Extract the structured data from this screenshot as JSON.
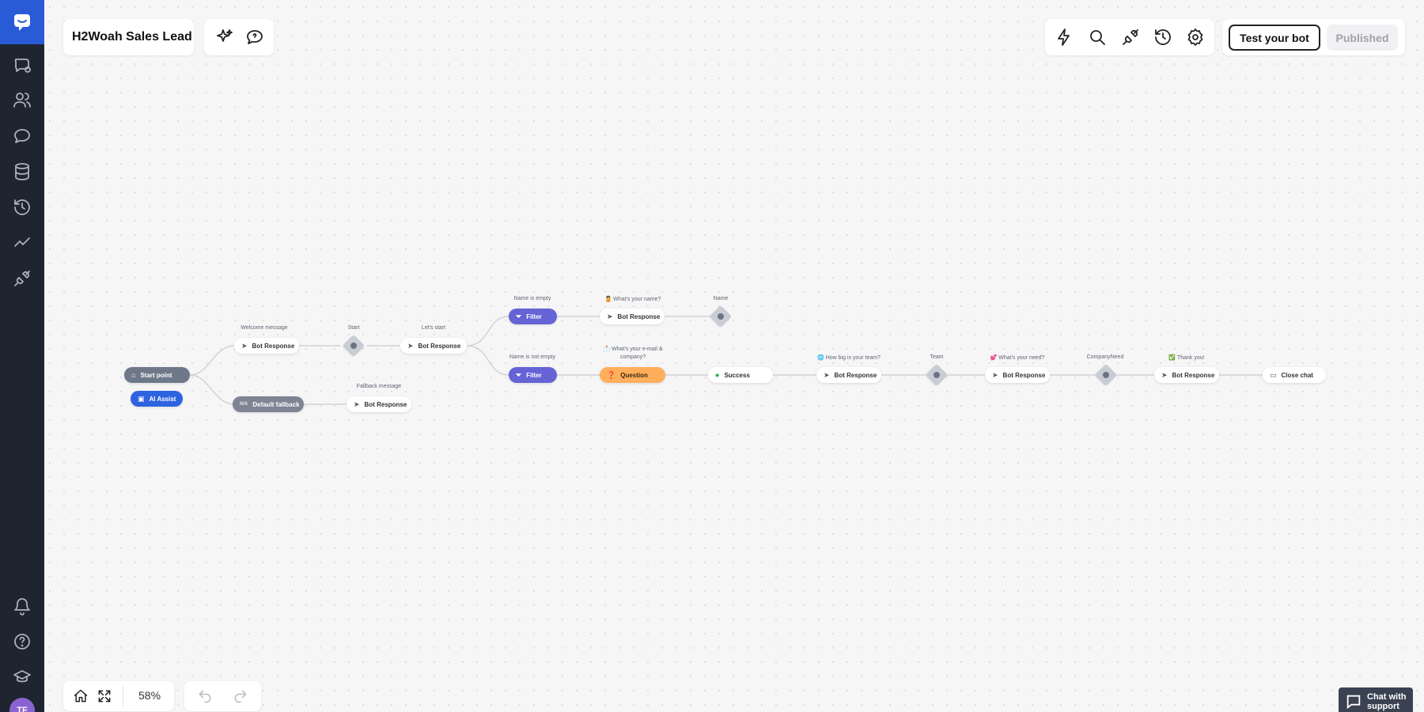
{
  "app": {
    "project_title": "H2Woah Sales Lead",
    "test_button": "Test your bot",
    "publish_status": "Published",
    "zoom": "58%",
    "avatar_initials": "TF",
    "support_line1": "Chat with",
    "support_line2": "support",
    "brand_color": "#2a5bd7"
  },
  "sidebar": {
    "items": [
      "chat-bubble-icon",
      "users-icon",
      "message-icon",
      "database-icon",
      "history-icon",
      "analytics-icon",
      "integrations-icon"
    ],
    "bottom": [
      "bell-icon",
      "help-icon",
      "academy-icon"
    ]
  },
  "toolbar": {
    "left": [
      "sparkles-icon",
      "chat-question-icon"
    ],
    "right": [
      "lightning-icon",
      "search-icon",
      "plug-icon",
      "history-icon",
      "gear-icon"
    ]
  },
  "flow": {
    "nodes": {
      "start": "Start point",
      "ai": "AI Assist",
      "welcome": "Bot Response",
      "fallback": "Default fallback",
      "fallback_resp": "Bot Response",
      "start_attr": "",
      "lets_start": "Bot Response",
      "filter1": "Filter",
      "filter2": "Filter",
      "name_resp": "Bot Response",
      "name_attr": "",
      "question": "Question",
      "success": "Success",
      "team_resp": "Bot Response",
      "team_attr": "",
      "need_resp": "Bot Response",
      "need_attr": "",
      "thanks_resp": "Bot Response",
      "close": "Close chat"
    },
    "labels": {
      "welcome": "Welcome message",
      "fallback": "Fallback message",
      "start_attr": "Start",
      "lets_start": "Let's start",
      "filter1": "Name is empty",
      "filter2": "Name is not empty",
      "name_resp": "🙎 What's your name?",
      "name_attr": "Name",
      "question": "📩 What's your e-mail & company?",
      "team_resp": "🌐 How big is your team?",
      "team_attr": "Team",
      "need_resp": "💕 What's your need?",
      "need_attr": "CompanyNeed",
      "thanks_resp": "✅ Thank you!"
    }
  }
}
